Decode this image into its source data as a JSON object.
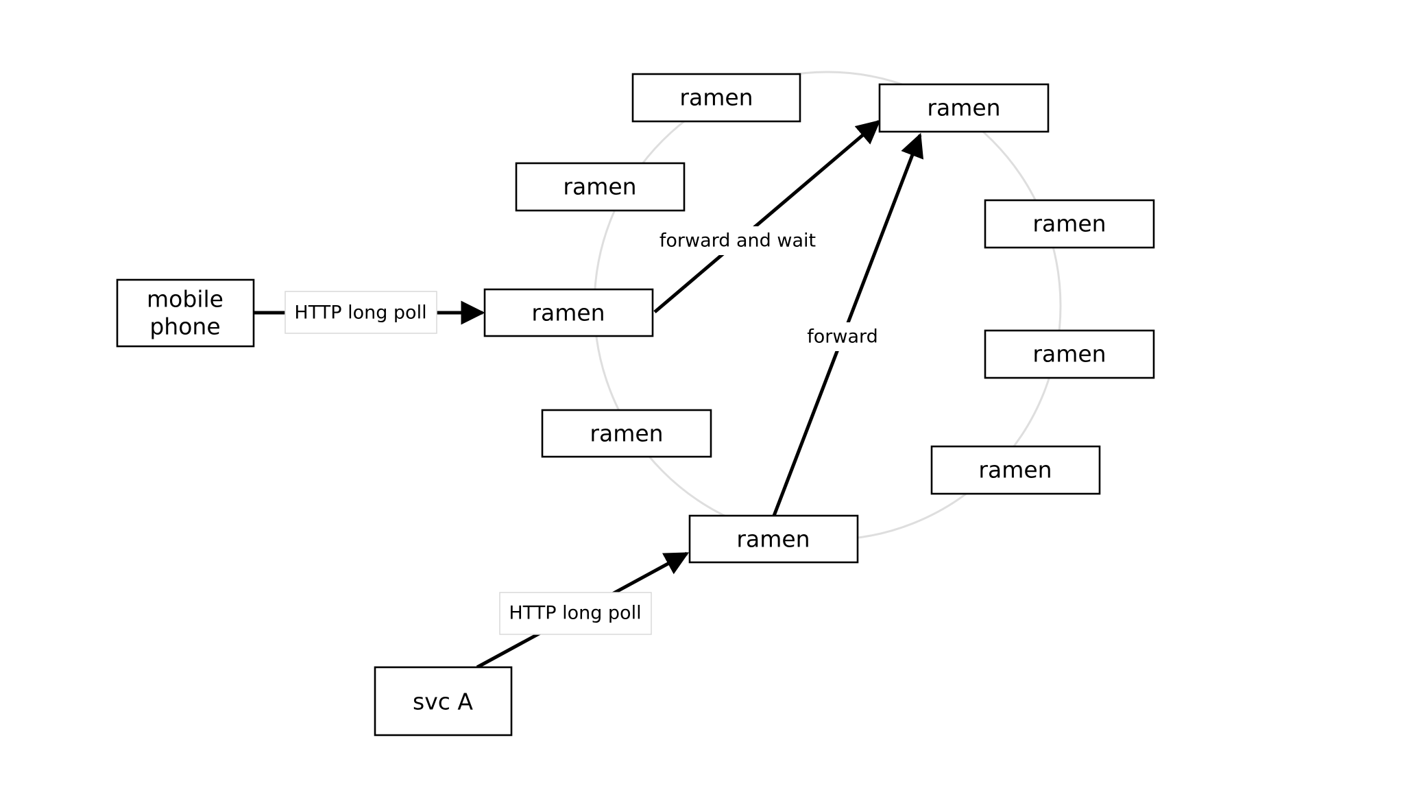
{
  "nodes": {
    "mobile_phone": {
      "line1": "mobile",
      "line2": "phone"
    },
    "svc_a": "svc A",
    "ramen_top_left": "ramen",
    "ramen_top_right": "ramen",
    "ramen_upper_left": "ramen",
    "ramen_right_upper": "ramen",
    "ramen_entry": "ramen",
    "ramen_right_middle": "ramen",
    "ramen_lower_left": "ramen",
    "ramen_right_lower": "ramen",
    "ramen_bottom": "ramen"
  },
  "edges": {
    "phone_to_ramen": "HTTP long poll",
    "svc_to_ramen": "HTTP long poll",
    "forward_and_wait": "forward and wait",
    "forward": "forward"
  }
}
